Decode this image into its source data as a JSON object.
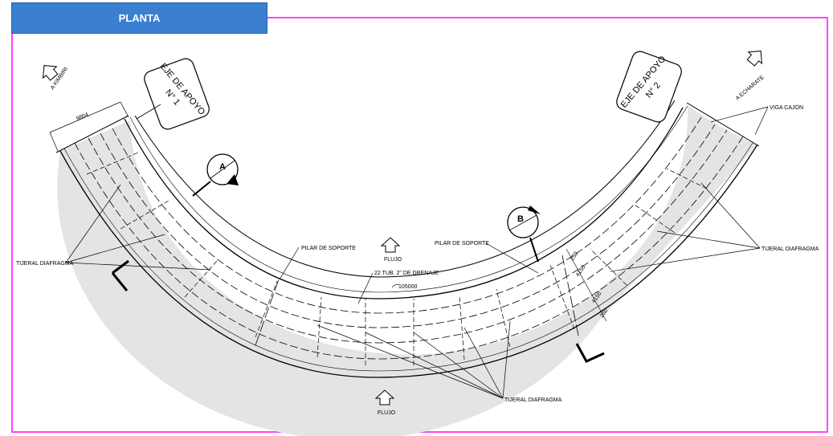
{
  "title": "PLANTA",
  "colors": {
    "frame": "#ff44ff",
    "title_bg": "#3a7fd0",
    "deck_fill": "#e4e4e4"
  },
  "labels": {
    "kimbiri": "A KIMBIRI",
    "echarate": "A ECHARATE",
    "eje1": [
      "EJE DE APOYO",
      "N° 1"
    ],
    "eje2": [
      "EJE DE APOYO",
      "N° 2"
    ],
    "dim_width": "9804",
    "viga_cajon": "VIGA CAJÓN",
    "tijeral_left": "TIJERAL DIAFRAGMA",
    "tijeral_right": "TIJERAL DIAFRAGMA",
    "tijeral_bottom": "TIJERAL DIAFRAGMA",
    "pilar_left": "PILAR DE SOPORTE",
    "pilar_right": "PILAR DE SOPORTE",
    "flujo_top": "FLUJO",
    "flujo_bottom": "FLUJO",
    "drenaje": "22 TUB. 2\" DE DRENAJE",
    "radius": "105000",
    "dim_a": "4150",
    "dim_b": "4150",
    "dim_c": "250",
    "dim_d": "250"
  },
  "sections": {
    "a": "A",
    "b": "B"
  }
}
